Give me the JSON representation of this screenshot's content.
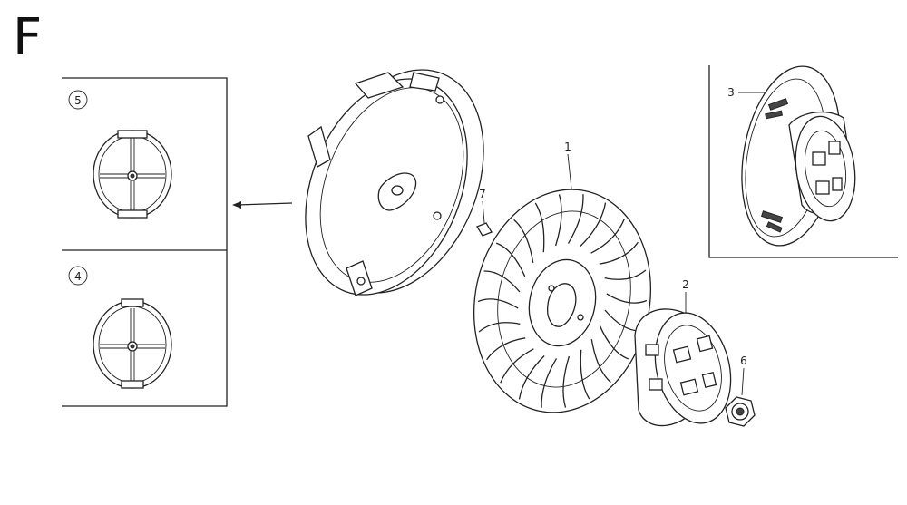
{
  "diagram": {
    "section_letter": "F",
    "callouts": {
      "flywheel": "1",
      "starter_pulley": "2",
      "pulley_alt": "3",
      "flywheel_variant_4": "4",
      "flywheel_variant_5": "5",
      "nut": "6",
      "key": "7"
    }
  }
}
